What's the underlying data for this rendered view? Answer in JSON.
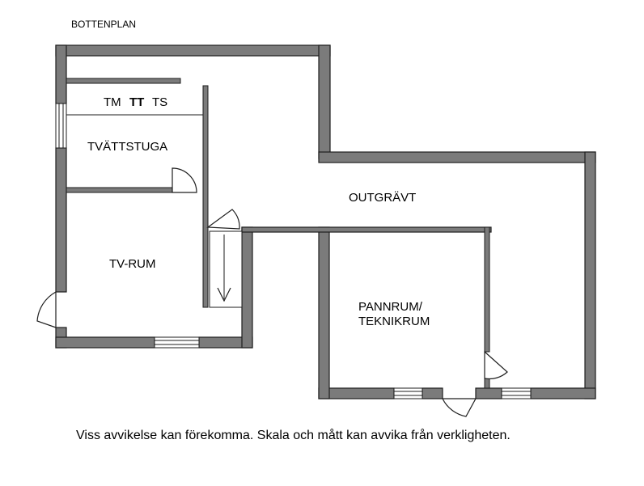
{
  "plan": {
    "title": "BOTTENPLAN",
    "rooms": {
      "laundry_appliances": {
        "tm": "TM",
        "tt": "TT",
        "ts": "TS"
      },
      "laundry": "TVÄTTSTUGA",
      "tv_room": "TV-RUM",
      "unexcavated": "OUTGRÄVT",
      "boiler_line1": "PANNRUM/",
      "boiler_line2": "TEKNIKRUM"
    },
    "disclaimer": "Viss avvikelse kan förekomma. Skala och mått kan avvika från verkligheten."
  },
  "colors": {
    "wall": "#7b7b7b",
    "outline": "#1e1e1e",
    "background": "#ffffff"
  }
}
